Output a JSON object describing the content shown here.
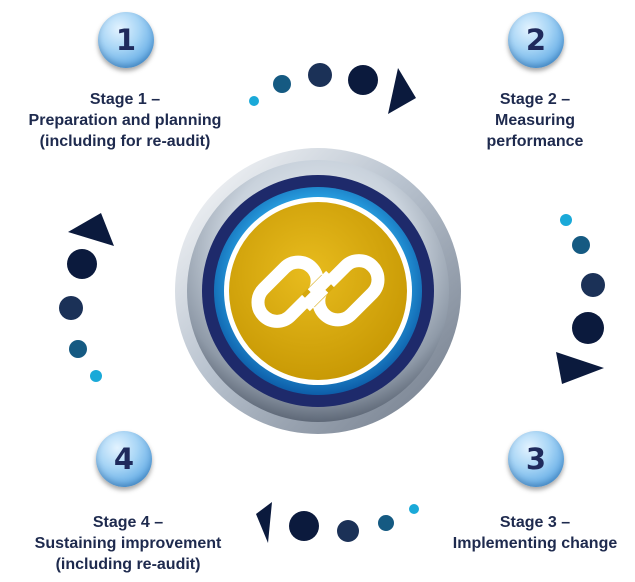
{
  "stages": [
    {
      "number": "1",
      "label": "Stage 1 –\nPreparation and planning\n(including for re-audit)"
    },
    {
      "number": "2",
      "label": "Stage 2 –\nMeasuring\nperformance"
    },
    {
      "number": "3",
      "label": "Stage 3 –\nImplementing change"
    },
    {
      "number": "4",
      "label": "Stage 4 –\nSustaining improvement\n(including re-audit)"
    }
  ],
  "colors": {
    "text": "#1e2a4e",
    "dot_light": "#1aa9d8",
    "dot_mid": "#155a82",
    "dot_dark": "#1b3157",
    "dot_darkest": "#0b1a3d",
    "gold": "#d6a80c",
    "ring_blue": "#1577c0",
    "ring_navy": "#1e2a6b"
  },
  "icons": {
    "center": "chain-link-logo-icon",
    "arrow": "cycle-arrow-icon"
  }
}
